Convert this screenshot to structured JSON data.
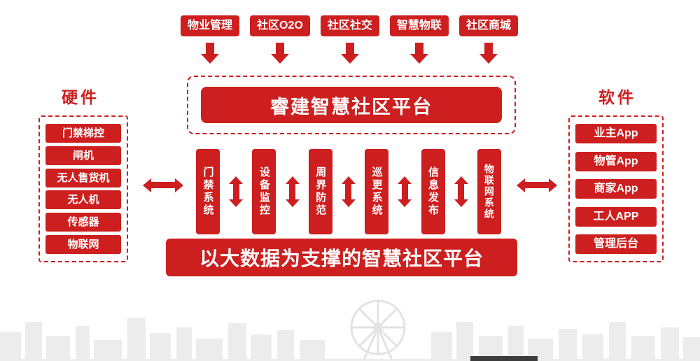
{
  "colors": {
    "red": "#cd1f1f",
    "skyline": "#ececec",
    "white": "#ffffff"
  },
  "top_modules": [
    "物业管理",
    "社区O2O",
    "社区社交",
    "智慧物联",
    "社区商城"
  ],
  "platform": {
    "title": "睿建智慧社区平台"
  },
  "hardware": {
    "title": "硬件",
    "items": [
      "门禁梯控",
      "闸机",
      "无人售货机",
      "无人机",
      "传感器",
      "物联网"
    ]
  },
  "software": {
    "title": "软件",
    "items": [
      "业主App",
      "物管App",
      "商家App",
      "工人APP",
      "管理后台"
    ]
  },
  "systems": [
    "门禁系统",
    "设备监控",
    "周界防范",
    "巡更系统",
    "信息发布",
    "物联网系统"
  ],
  "banner": "以大数据为支撑的智慧社区平台"
}
